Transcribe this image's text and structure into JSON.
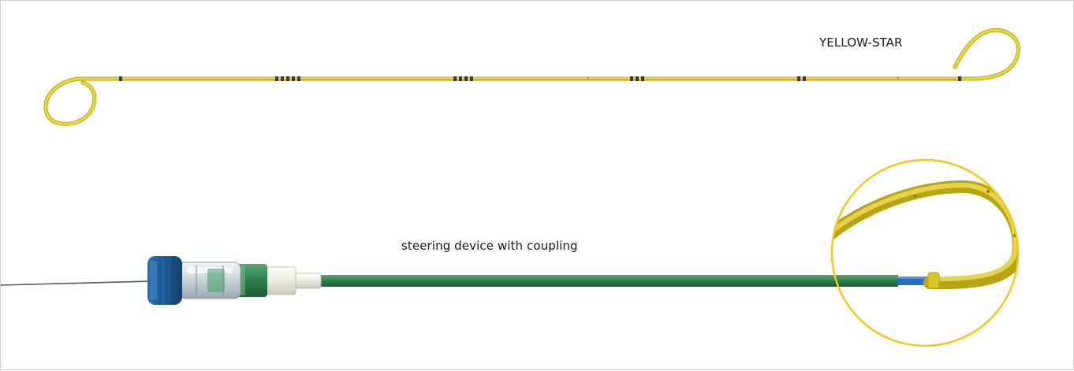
{
  "product_name": "YELLOW-STAR",
  "device_caption": "steering device with coupling",
  "colors": {
    "stent_yellow": "#e6d332",
    "stent_yellow_dark": "#c6b21c",
    "highlight_ring": "#f2c81b",
    "shaft_green": "#2f7e4a",
    "shaft_green_light": "#4c9a63",
    "connector_blue": "#1e5d9a",
    "guidewire": "#555555",
    "marker": "#3a3a3a"
  },
  "icons": [
    "double-pigtail-stent-image",
    "steering-device-image",
    "magnified-pigtail-tip-image"
  ]
}
